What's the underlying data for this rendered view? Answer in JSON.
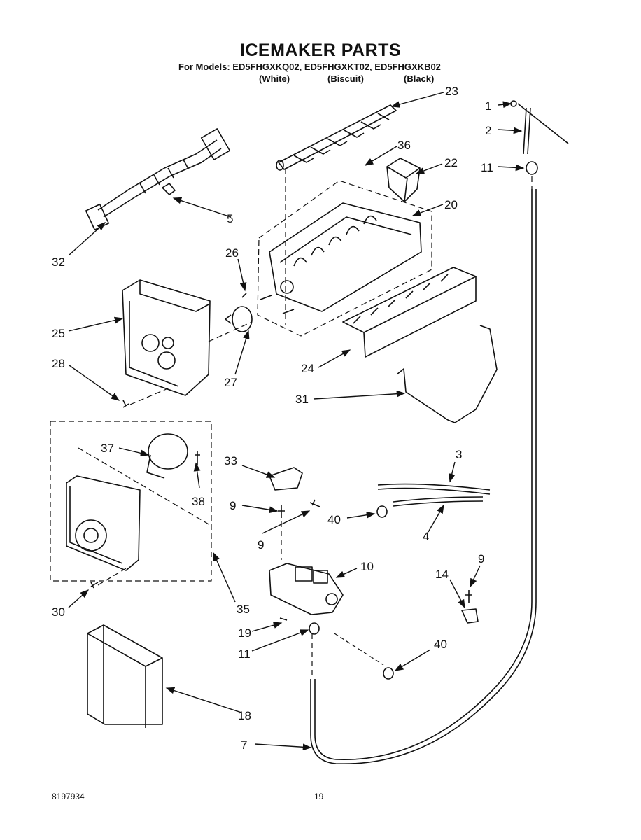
{
  "header": {
    "title": "ICEMAKER PARTS",
    "models_line": "For Models: ED5FHGXKQ02, ED5FHGXKT02, ED5FHGXKB02",
    "colors": [
      "(White)",
      "(Biscuit)",
      "(Black)"
    ]
  },
  "footer": {
    "doc_number": "8197934",
    "page_number": "19"
  },
  "callouts": [
    "1",
    "2",
    "3",
    "4",
    "5",
    "7",
    "9",
    "9",
    "9",
    "10",
    "11",
    "11",
    "14",
    "18",
    "19",
    "20",
    "22",
    "23",
    "24",
    "25",
    "26",
    "27",
    "28",
    "30",
    "31",
    "32",
    "33",
    "35",
    "36",
    "37",
    "38",
    "40",
    "40"
  ]
}
